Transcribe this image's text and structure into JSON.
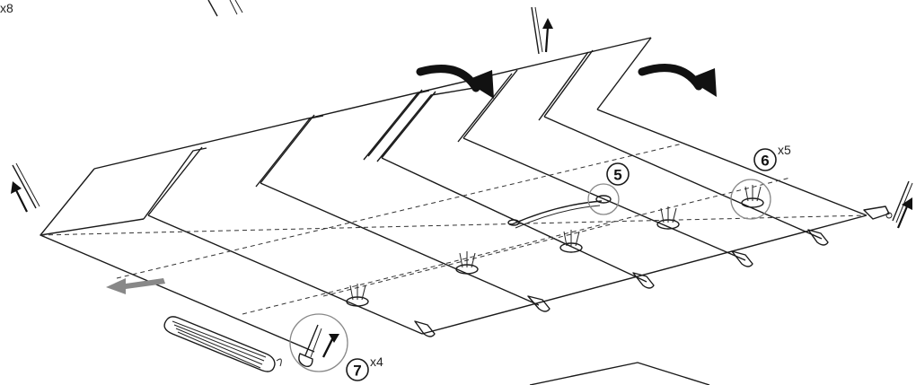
{
  "diagram": {
    "callouts": [
      {
        "id": "5",
        "label": "5",
        "multiplier": ""
      },
      {
        "id": "6",
        "label": "6",
        "multiplier": "x5"
      },
      {
        "id": "7",
        "label": "7",
        "multiplier": "x4"
      }
    ],
    "corner_multiplier": "x8",
    "colors": {
      "line": "#1a1a1a",
      "arrow": "#111111",
      "pull_arrow": "#888888",
      "zoom_ring": "#888888"
    },
    "icons": [
      "tent-stake-icon",
      "curved-arrow-icon",
      "pull-direction-arrow-icon",
      "carry-bag-icon",
      "guy-line-tensioner-icon"
    ]
  }
}
